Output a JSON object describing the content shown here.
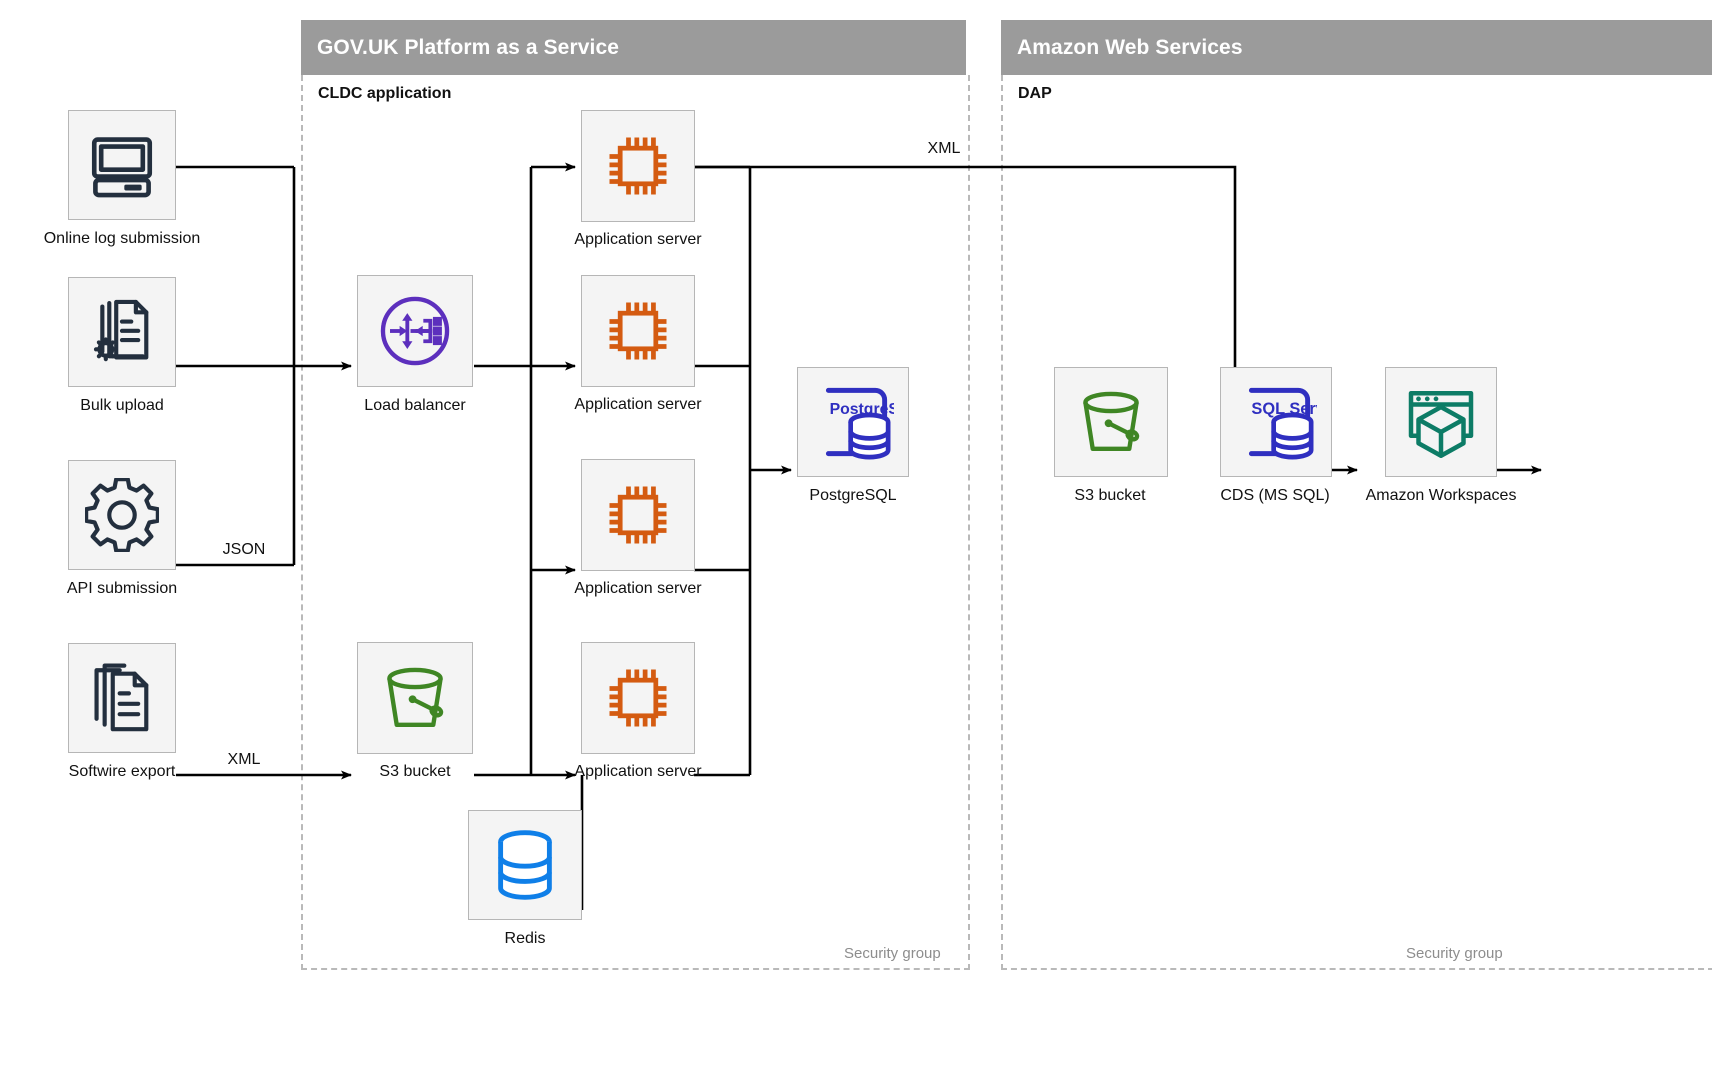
{
  "zones": {
    "paas": {
      "header": "GOV.UK Platform as a Service",
      "inner_label": "CLDC application",
      "security_group": "Security group"
    },
    "aws": {
      "header": "Amazon Web Services",
      "inner_label": "DAP",
      "security_group": "Security group"
    }
  },
  "nodes": {
    "online_log": {
      "label": "Online log submission",
      "icon": "desktop-computer-icon",
      "color": "#232f3e"
    },
    "bulk_upload": {
      "label": "Bulk upload",
      "icon": "document-gear-icon",
      "color": "#232f3e"
    },
    "api_submission": {
      "label": "API submission",
      "icon": "gear-icon",
      "color": "#232f3e"
    },
    "softwire_export": {
      "label": "Softwire export",
      "icon": "document-stack-icon",
      "color": "#232f3e"
    },
    "load_balancer": {
      "label": "Load balancer",
      "icon": "load-balancer-icon",
      "color": "#5c2fbd"
    },
    "app_server_1": {
      "label": "Application server",
      "icon": "cpu-chip-icon",
      "color": "#d45b11"
    },
    "app_server_2": {
      "label": "Application server",
      "icon": "cpu-chip-icon",
      "color": "#d45b11"
    },
    "app_server_3": {
      "label": "Application server",
      "icon": "cpu-chip-icon",
      "color": "#d45b11"
    },
    "app_server_4": {
      "label": "Application server",
      "icon": "cpu-chip-icon",
      "color": "#d45b11"
    },
    "postgresql": {
      "label": "PostgreSQL",
      "icon": "postgresql-database-icon",
      "icon_text": "PostgreSQL",
      "color": "#2f2fc0"
    },
    "paas_s3": {
      "label": "S3 bucket",
      "icon": "s3-bucket-icon",
      "color": "#3f8624"
    },
    "redis": {
      "label": "Redis",
      "icon": "redis-database-icon",
      "color": "#0f7fe8"
    },
    "aws_s3": {
      "label": "S3 bucket",
      "icon": "s3-bucket-icon",
      "color": "#3f8624"
    },
    "cds": {
      "label": "CDS (MS SQL)",
      "icon": "sql-server-database-icon",
      "icon_text": "SQL Server",
      "color": "#2f2fc0"
    },
    "workspaces": {
      "label": "Amazon Workspaces",
      "icon": "amazon-workspaces-icon",
      "color": "#0d7c66"
    }
  },
  "edge_labels": {
    "json": "JSON",
    "xml_softwire": "XML",
    "xml_to_aws": "XML"
  },
  "colors": {
    "band": "#9b9b9b",
    "zone_border": "#b9b9b9",
    "icon_box_bg": "#f4f4f4",
    "icon_box_border": "#b6b6b6",
    "wire": "#000000",
    "muted_text": "#8d8d8d"
  }
}
